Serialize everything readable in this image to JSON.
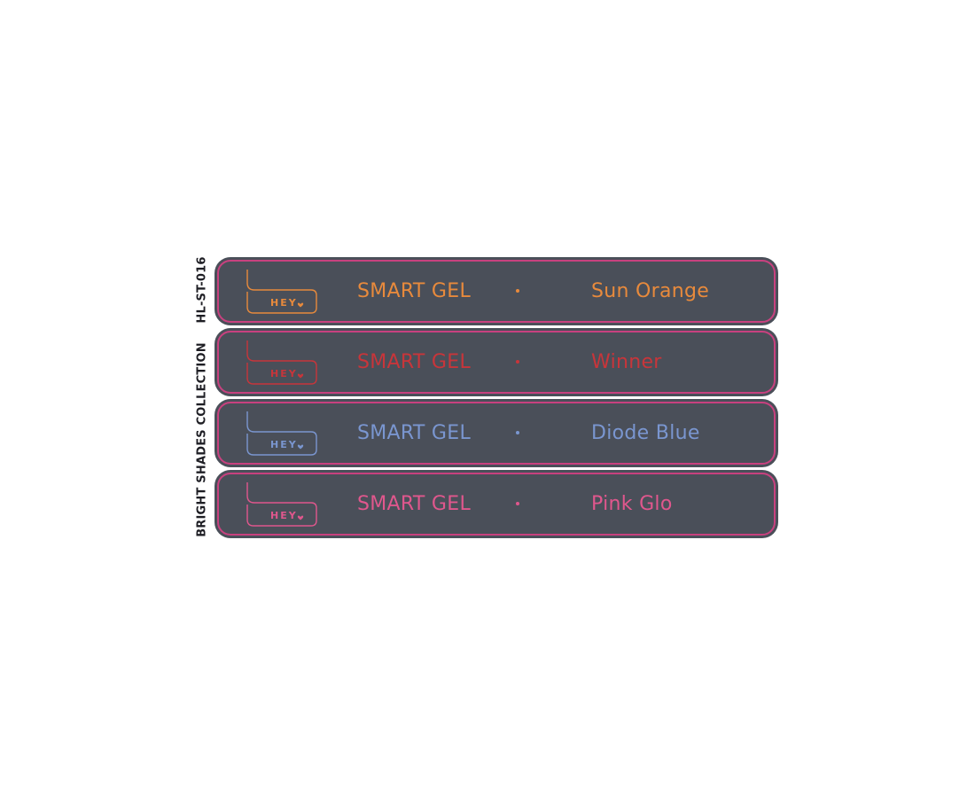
{
  "sku": "HL-ST-016",
  "collection": "BRIGHT SHADES COLLECTION",
  "strips": [
    {
      "logo_text": "HEY",
      "product": "SMART GEL",
      "shade": "Sun Orange",
      "color": "#e88a3c"
    },
    {
      "logo_text": "HEY",
      "product": "SMART GEL",
      "shade": "Winner",
      "color": "#c8353a"
    },
    {
      "logo_text": "HEY",
      "product": "SMART GEL",
      "shade": "Diode Blue",
      "color": "#7a96d0"
    },
    {
      "logo_text": "HEY",
      "product": "SMART GEL",
      "shade": "Pink Glo",
      "color": "#e0578d"
    }
  ],
  "frame_color": "#c8417f",
  "background_color": "#4a4f59"
}
